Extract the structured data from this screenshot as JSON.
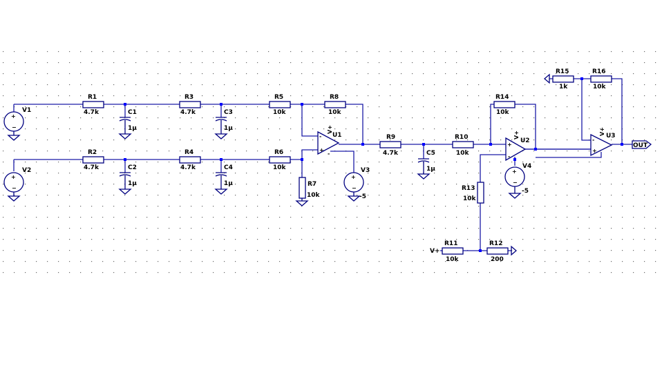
{
  "components": {
    "V1": {
      "name": "V1"
    },
    "V2": {
      "name": "V2"
    },
    "V3": {
      "name": "V3",
      "value": "-5"
    },
    "V4": {
      "name": "V4",
      "value": "-5"
    },
    "R1": {
      "name": "R1",
      "value": "4.7k"
    },
    "R2": {
      "name": "R2",
      "value": "4.7k"
    },
    "R3": {
      "name": "R3",
      "value": "4.7k"
    },
    "R4": {
      "name": "R4",
      "value": "4.7k"
    },
    "R5": {
      "name": "R5",
      "value": "10k"
    },
    "R6": {
      "name": "R6",
      "value": "10k"
    },
    "R7": {
      "name": "R7",
      "value": "10k"
    },
    "R8": {
      "name": "R8",
      "value": "10k"
    },
    "R9": {
      "name": "R9",
      "value": "4.7k"
    },
    "R10": {
      "name": "R10",
      "value": "10k"
    },
    "R11": {
      "name": "R11",
      "value": "10k"
    },
    "R12": {
      "name": "R12",
      "value": "200"
    },
    "R13": {
      "name": "R13",
      "value": "10k"
    },
    "R14": {
      "name": "R14",
      "value": "10k"
    },
    "R15": {
      "name": "R15",
      "value": "1k"
    },
    "R16": {
      "name": "R16",
      "value": "10k"
    },
    "C1": {
      "name": "C1",
      "value": "1µ"
    },
    "C2": {
      "name": "C2",
      "value": "1µ"
    },
    "C3": {
      "name": "C3",
      "value": "1µ"
    },
    "C4": {
      "name": "C4",
      "value": "1µ"
    },
    "C5": {
      "name": "C5",
      "value": "1µ"
    },
    "U1": {
      "name": "U1",
      "supply": "V+"
    },
    "U2": {
      "name": "U2",
      "supply": "V+"
    },
    "U3": {
      "name": "U3",
      "supply": "V+"
    }
  },
  "labels": {
    "vplus": "V+",
    "out": "OUT"
  },
  "pins": {
    "plus": "+",
    "minus": "-"
  }
}
